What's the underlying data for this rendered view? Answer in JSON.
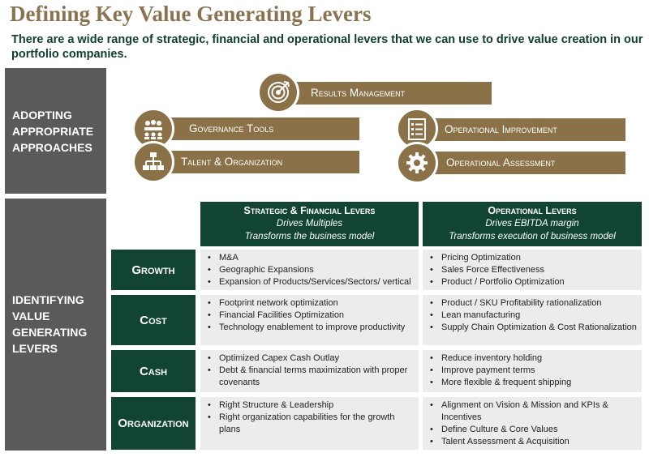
{
  "title": "Defining Key Value Generating Levers",
  "subtitle": "There are a wide range of strategic, financial and operational levers that we can use to drive value creation in our portfolio companies.",
  "sections": {
    "approaches": "ADOPTING APPROPRIATE APPROACHES",
    "levers": "IDENTIFYING VALUE GENERATING LEVERS"
  },
  "approaches": {
    "results": "Results Management",
    "governance": "Governance Tools",
    "talent": "Talent & Organization",
    "operational_improvement": "Operational Improvement",
    "operational_assessment": "Operational Assessment"
  },
  "columns": [
    {
      "heading": "Strategic & Financial Levers",
      "line1": "Drives Multiples",
      "line2": "Transforms the business model"
    },
    {
      "heading": "Operational Levers",
      "line1": "Drives EBITDA margin",
      "line2": "Transforms  execution of business model"
    }
  ],
  "rows": [
    {
      "label": "Growth",
      "strategic": [
        "M&A",
        "Geographic Expansions",
        "Expansion of Products/Services/Sectors/ vertical"
      ],
      "operational": [
        "Pricing Optimization",
        "Sales Force Effectiveness",
        "Product / Portfolio Optimization"
      ]
    },
    {
      "label": "Cost",
      "strategic": [
        "Footprint network optimization",
        "Financial Facilities  Optimization",
        "Technology enablement to improve productivity"
      ],
      "operational": [
        "Product / SKU Profitability  rationalization",
        "Lean manufacturing",
        "Supply Chain Optimization & Cost Rationalization"
      ]
    },
    {
      "label": "Cash",
      "strategic": [
        "Optimized Capex Cash Outlay",
        "Debt & financial terms maximization with proper covenants"
      ],
      "operational": [
        "Reduce inventory holding",
        "Improve payment terms",
        "More flexible & frequent shipping"
      ]
    },
    {
      "label": "Organization",
      "strategic": [
        "Right Structure & Leadership",
        "Right organization capabilities  for the growth plans"
      ],
      "operational": [
        "Alignment on Vision & Mission and KPIs & Incentives",
        "Define Culture & Core Values",
        "Talent Assessment & Acquisition"
      ]
    }
  ],
  "icons": {
    "results": "target-icon",
    "governance": "group-meeting-icon",
    "talent": "org-chart-icon",
    "operational_improvement": "checklist-icon",
    "operational_assessment": "gear-icon"
  },
  "colors": {
    "accent": "#8a7148",
    "dark_green": "#114433",
    "side_gray": "#5a5a5a",
    "cell_bg": "#ececec"
  }
}
